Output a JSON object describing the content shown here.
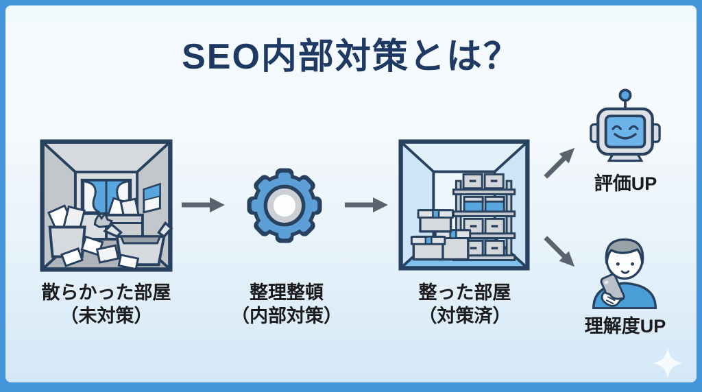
{
  "title": "SEO内部対策とは？",
  "steps": [
    {
      "icon": "messy-room",
      "caption_line1": "散らかった部屋",
      "caption_line2": "（未対策）"
    },
    {
      "icon": "gear",
      "caption_line1": "整理整頓",
      "caption_line2": "（内部対策）"
    },
    {
      "icon": "tidy-room",
      "caption_line1": "整った部屋",
      "caption_line2": "（対策済）"
    }
  ],
  "outcomes": [
    {
      "icon": "robot",
      "label": "評価UP"
    },
    {
      "icon": "person-with-phone",
      "label": "理解度UP"
    }
  ],
  "icons": [
    "arrow-right-icon",
    "arrow-up-right-icon",
    "arrow-down-right-icon",
    "sparkle-icon"
  ],
  "colors": {
    "frame_blue": "#4494d9",
    "panel_top": "#f4fafd",
    "panel_bottom": "#d3e8f7",
    "title_navy": "#1e3a63",
    "outline_navy": "#27415f",
    "accent_blue": "#5aa7e0",
    "gear_blue": "#5b9fd6",
    "arrow_gray": "#5a646e",
    "caption_black": "#1b1b1d"
  }
}
